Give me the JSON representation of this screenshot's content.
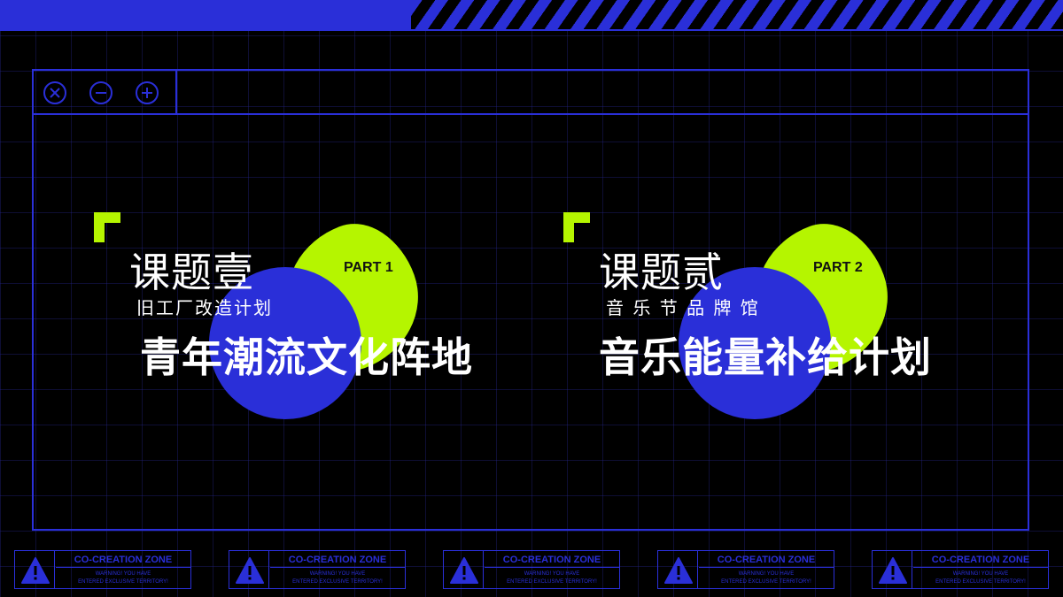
{
  "panels": [
    {
      "part": "PART 1",
      "title": "课题壹",
      "subtitle": "旧工厂改造计划",
      "headline": "青年潮流文化阵地"
    },
    {
      "part": "PART 2",
      "title": "课题贰",
      "subtitle": "音 乐 节 品 牌 馆",
      "headline": "音乐能量补给计划"
    }
  ],
  "warning": {
    "zone": "CO-CREATION ZONE",
    "line1": "WARNING! YOU HAVE",
    "line2": "ENTERED EXCLUSIVE TERRITORY!"
  },
  "colors": {
    "accent_blue": "#2a2fd8",
    "accent_green": "#b5f500",
    "background": "#000000"
  },
  "icons": [
    "close-icon",
    "minimize-icon",
    "maximize-icon",
    "warning-icon"
  ]
}
